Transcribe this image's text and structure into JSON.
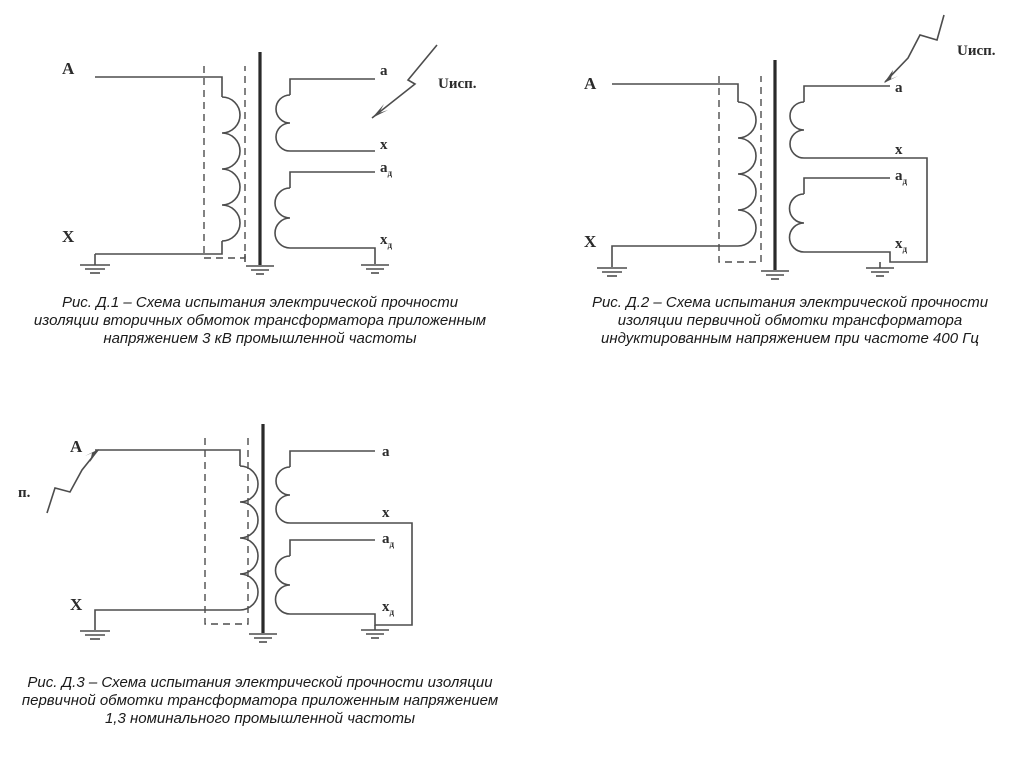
{
  "fig1": {
    "label_A": "A",
    "label_X": "X",
    "label_a": "a",
    "label_x": "x",
    "label_a2": "a",
    "label_a2_sub": "д",
    "label_x2": "x",
    "label_x2_sub": "д",
    "label_u": "Uисп.",
    "caption": "Рис. Д.1 – Схема испытания электрической прочности изоляции вторичных обмоток трансформатора приложенным напряжением 3 кВ промышленной частоты"
  },
  "fig2": {
    "label_A": "A",
    "label_X": "X",
    "label_a": "a",
    "label_x": "x",
    "label_a2": "a",
    "label_a2_sub": "д",
    "label_x2": "x",
    "label_x2_sub": "д",
    "label_u": "Uисп.",
    "caption": "Рис. Д.2 – Схема испытания электрической прочности изоляции первичной обмотки трансформатора индуктированным напряжением при частоте 400 Гц"
  },
  "fig3": {
    "label_A": "A",
    "label_X": "X",
    "label_a": "a",
    "label_x": "x",
    "label_a2": "a",
    "label_a2_sub": "д",
    "label_x2": "x",
    "label_x2_sub": "д",
    "label_u": "п.",
    "caption": "Рис. Д.3 – Схема испытания электрической прочности изоляции первичной обмотки трансформатора приложенным напряжением 1,3 номинального промышленной частоты"
  }
}
